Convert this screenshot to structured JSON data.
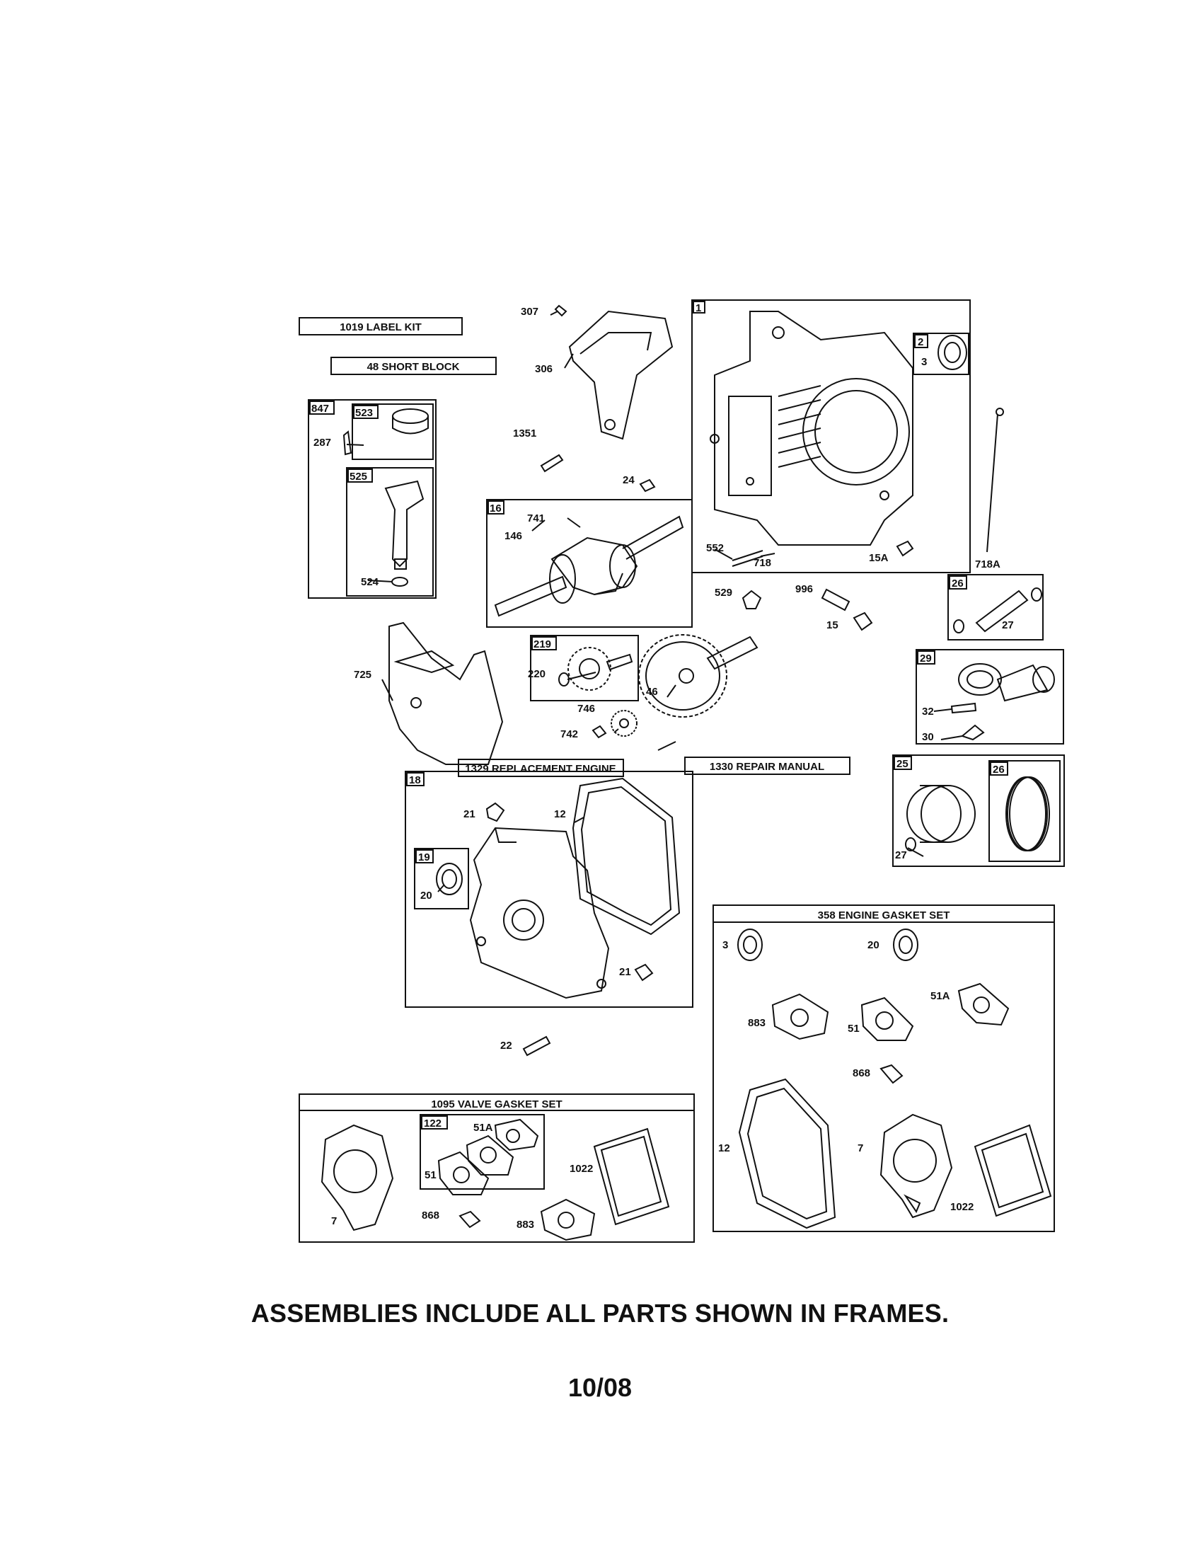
{
  "kits": {
    "label_kit": "1019 LABEL KIT",
    "short_block": "48 SHORT BLOCK",
    "replacement_engine": "1329 REPLACEMENT ENGINE",
    "repair_manual": "1330 REPAIR MANUAL",
    "engine_gasket_set": "358 ENGINE GASKET SET",
    "valve_gasket_set": "1095 VALVE GASKET SET"
  },
  "frame_tags": {
    "f1": "1",
    "f2": "2",
    "f847": "847",
    "f523": "523",
    "f525": "525",
    "f16": "16",
    "f219": "219",
    "f26a": "26",
    "f29": "29",
    "f25": "25",
    "f26b": "26",
    "f18": "18",
    "f19": "19",
    "f122": "122"
  },
  "part_labels": {
    "p307": "307",
    "p306": "306",
    "p1351": "1351",
    "p24": "24",
    "p3a": "3",
    "p552": "552",
    "p718": "718",
    "p15a": "15A",
    "p718a": "718A",
    "p287": "287",
    "p524": "524",
    "p741": "741",
    "p146": "146",
    "p529": "529",
    "p996": "996",
    "p15": "15",
    "p27a": "27",
    "p725": "725",
    "p220": "220",
    "p46": "46",
    "p746": "746",
    "p742": "742",
    "p32": "32",
    "p30": "30",
    "p27b": "27",
    "p21a": "21",
    "p12a": "12",
    "p20a": "20",
    "p21b": "21",
    "p22": "22",
    "p3b": "3",
    "p20b": "20",
    "p51a_e": "51A",
    "p883_e": "883",
    "p51_e": "51",
    "p868_e": "868",
    "p12b": "12",
    "p7_e": "7",
    "p1022_e": "1022",
    "p51a_v": "51A",
    "p51_v": "51",
    "p1022_v": "1022",
    "p7_v": "7",
    "p868_v": "868",
    "p883_v": "883"
  },
  "footer": {
    "note": "ASSEMBLIES INCLUDE ALL PARTS SHOWN IN FRAMES.",
    "date": "10/08"
  }
}
